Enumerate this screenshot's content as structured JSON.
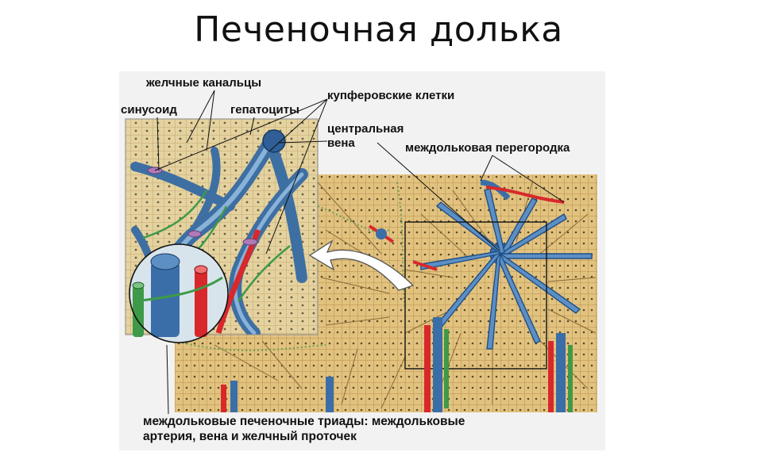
{
  "title": "Печеночная долька",
  "labels": {
    "bile_canaliculi": "желчные канальцы",
    "sinusoid": "синусоид",
    "hepatocytes": "гепатоциты",
    "kupffer_cells": "купферовские клетки",
    "central_vein_1": "центральная",
    "central_vein_2": "вена",
    "interlobular_septum": "междольковая перегородка"
  },
  "caption": {
    "line1": "междольковые печеночные триады: междольковые",
    "line2": "артерия, вена и желчный проточек"
  },
  "colors": {
    "vein": "#3a6ea8",
    "vein_light": "#7fa6cf",
    "artery": "#d8282c",
    "bile_duct": "#3e9a48",
    "hepatocyte": "#e8cf92",
    "stroma": "#f3e3b8",
    "background_plate": "#f2f2f2"
  }
}
